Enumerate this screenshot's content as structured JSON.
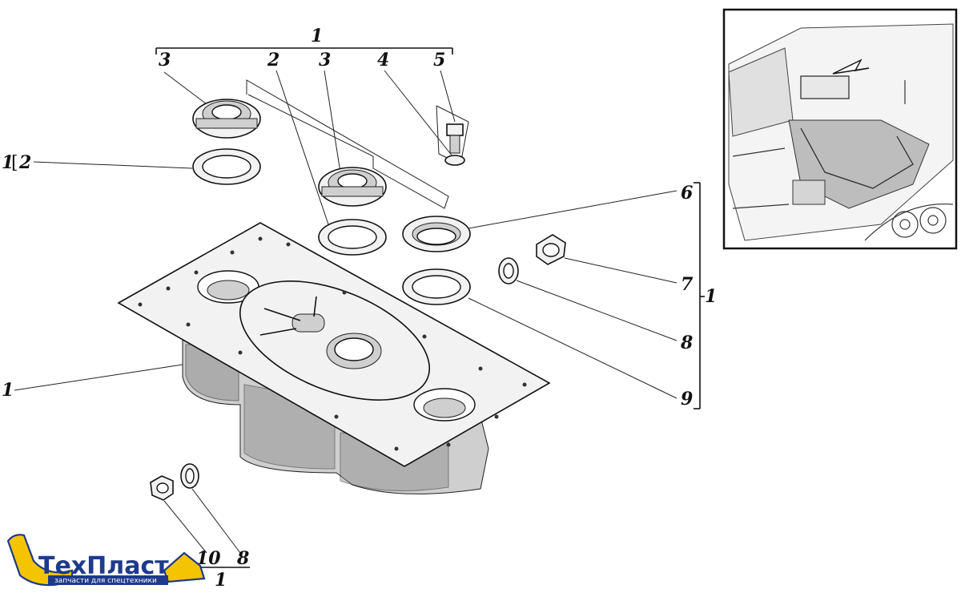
{
  "callouts": {
    "top_group": "1",
    "c2": "2",
    "c3_left": "3",
    "c3_mid": "3",
    "c4": "4",
    "c5": "5",
    "left_1": "1",
    "left_2": "2",
    "left_assembly": "1",
    "c6": "6",
    "c7": "7",
    "c8": "8",
    "c9": "9",
    "right_group": "1",
    "c10": "10",
    "c8_bottom": "8",
    "c1_bottom": "1"
  },
  "logo": {
    "name": "ТехПласт",
    "tagline": "запчасти для спецтехники",
    "colors": {
      "text": "#1e3a8a",
      "accent": "#f5c400",
      "outline": "#1e3a8a"
    }
  },
  "inset": {
    "icon": "vehicle-engine-location-icon"
  }
}
